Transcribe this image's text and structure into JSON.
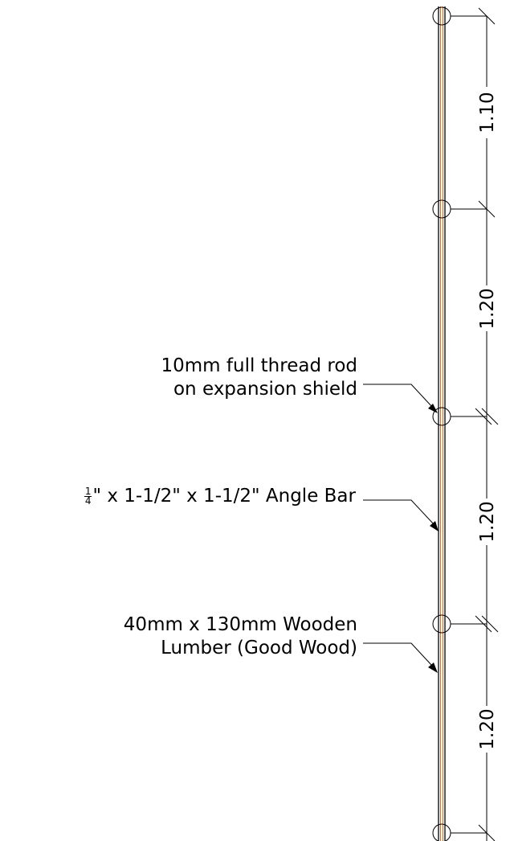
{
  "labels": {
    "thread_rod": {
      "line1": "10mm full thread rod",
      "line2": "on expansion shield"
    },
    "angle_bar": {
      "fraction_numerator": "1",
      "fraction_denominator": "4",
      "text": "\" x 1-1/2\" x 1-1/2\" Angle Bar"
    },
    "lumber": {
      "line1": "40mm x 130mm Wooden",
      "line2": "Lumber (Good Wood)"
    }
  },
  "dimensions": [
    "1.10",
    "1.20",
    "1.20",
    "1.20"
  ],
  "colors": {
    "line": "#000000",
    "wood": "#d2691e"
  }
}
